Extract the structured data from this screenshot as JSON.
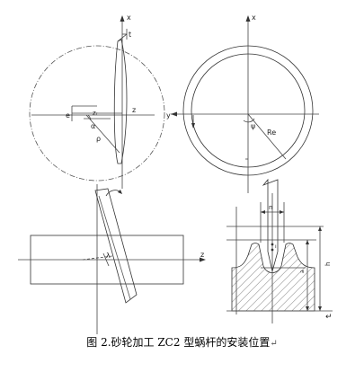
{
  "caption": "图 2.砂轮加工 ZC2 型蜗杆的安装位置",
  "return_mark": "↵",
  "labels": {
    "tl_x": "x",
    "tl_t": "t",
    "tl_e": "e",
    "tl_z": "z",
    "tl_zs": "zᵣ",
    "tl_alpha": "α",
    "tl_rho": "ρ",
    "tr_x": "x",
    "tr_y": "y",
    "tr_psi": "ψ",
    "tr_re": "Re",
    "bl_z": "z",
    "bl_lambda": "λ",
    "br_n": "n",
    "br_a": "a",
    "br_h": "h",
    "br_i": "ı"
  }
}
